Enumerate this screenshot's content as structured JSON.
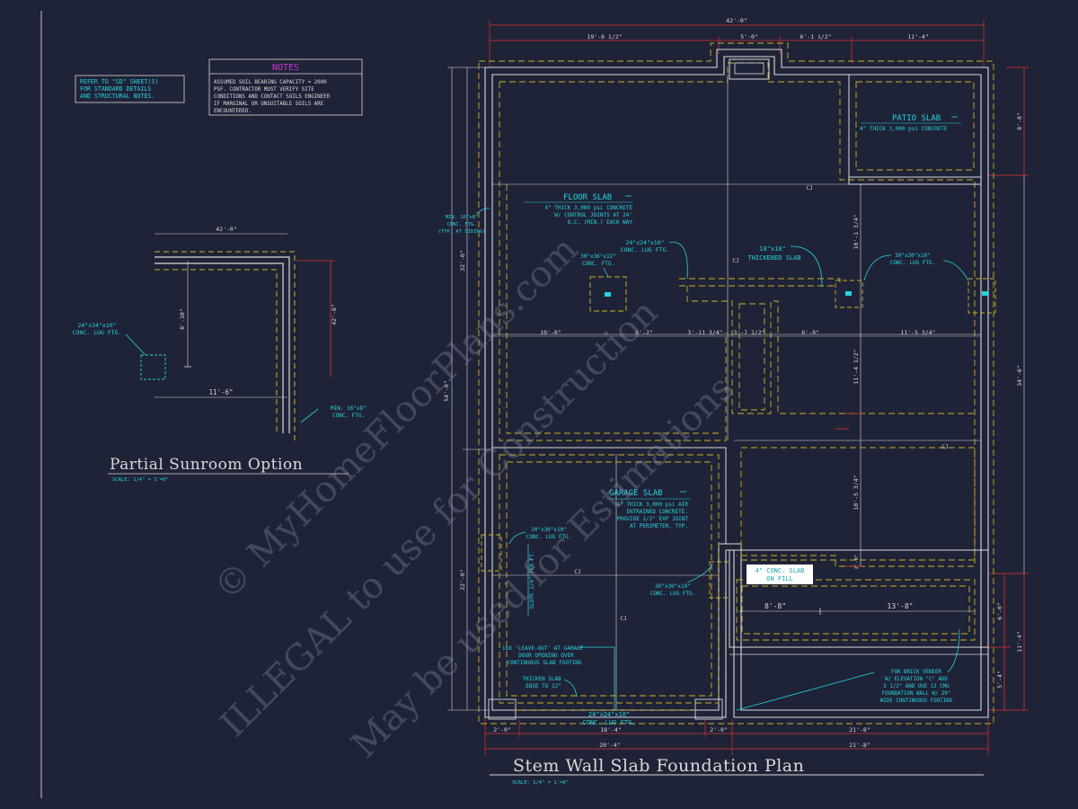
{
  "colors": {
    "background": "#1f2337",
    "wall": "#d9d9d9",
    "footing": "#c9b22a",
    "dimension": "#e03030",
    "annotation": "#27d3e0",
    "notes_title": "#d136d6",
    "watermark": "#5a5e73"
  },
  "notes_box": {
    "sd_note_lines": [
      "REFER TO \"SD\" SHEET(S)",
      "FOR STANDARD DETAILS",
      "AND STRUCTURAL NOTES."
    ],
    "title": "NOTES",
    "lines": [
      "ASSUMED SOIL BEARING CAPACITY = 2000",
      "PSF.  CONTRACTOR MUST VERIFY SITE",
      "CONDITIONS AND CONTACT SOILS ENGINEER",
      "IF MARGINAL OR UNSUITABLE SOILS ARE",
      "ENCOUNTERED."
    ]
  },
  "sunroom": {
    "title": "Partial Sunroom Option",
    "scale": "SCALE: 1/4\" = 1'=0\"",
    "dim_top": "42'-0\"",
    "dim_right": "42'-8\"",
    "dim_vertical": "8'-10\"",
    "dim_bottom": "11'-6\"",
    "lug_lines": [
      "24\"x24\"x10\"",
      "CONC. LUG FTG."
    ],
    "min_ftg_lines": [
      "MIN. 16\"x8\"",
      "CONC. FTG."
    ]
  },
  "plan": {
    "title": "Stem Wall Slab Foundation Plan",
    "scale": "SCALE: 1/4\" = 1'=0\"",
    "dims_top": {
      "overall": "42'-0\"",
      "segments": [
        "19'-6 1/2\"",
        "5'-0\"",
        "6'-1 1/2\"",
        "11'-4\""
      ]
    },
    "dims_left": {
      "overall": "54'-0\"",
      "upper": "32'-0\"",
      "lower": "22'-0\""
    },
    "dims_right": {
      "top": "8'-8\"",
      "mid": "34'-0\"",
      "r1": "6'-0\"",
      "r2": "11'-4\"",
      "r3": "5'-4\""
    },
    "dims_bottom": {
      "row1": [
        "2'-0\"",
        "18'-4\"",
        "2'-0\"",
        "21'-8\""
      ],
      "row2": [
        "20'-4\"",
        "21'-8\""
      ]
    },
    "dims_interior": {
      "row": [
        "10'-0\"",
        "6'-2\"",
        "3'-11 3/4\"",
        "3'-7 1/2\"",
        "6'-9\"",
        "11'-5 3/4\""
      ],
      "v_upper": "10'-1 3/4\"",
      "v_mid": "11'-4 1/2\"",
      "v_lower": "10'-5 3/4\"",
      "small": "2'-0\"",
      "porch": [
        "8'-8\"",
        "13'-8\""
      ]
    },
    "labels": {
      "patio_title": "PATIO SLAB",
      "patio_note": "4\" THICK 3,000 psi CONCRETE",
      "floor_title": "FLOOR SLAB",
      "floor_note": [
        "4\" THICK 3,000 psi CONCRETE",
        "W/ CONTROL JOINTS AT 24'",
        "O.C. (MIN.) EACH WAY"
      ],
      "garage_title": "GARAGE SLAB",
      "garage_note": [
        "4\" THICK 3,000 psi AIR",
        "ENTRAINED CONCRETE.",
        "PROVIDE 1/2\" EXP JOINT",
        "AT PERIMETER, TYP."
      ],
      "min_ftg": [
        "MIN. 16\"x8\"",
        "CONC. FTG.",
        "(TYP. AT SIDING)"
      ],
      "lug_24": [
        "24\"x24\"x10\"",
        "CONC. LUG FTG."
      ],
      "lug_30x36": [
        "30\"x36\"x12\"",
        "CONC. FTG."
      ],
      "thickened": [
        "18\"x10\"",
        "THICKENED SLAB"
      ],
      "lug_30_right": [
        "30\"x30\"x10\"",
        "CONC. LUG FTG."
      ],
      "lug_30_garage_left": [
        "30\"x30\"x10\"",
        "CONC. LUG FTG."
      ],
      "lug_30_garage_right": [
        "30\"x30\"x10\"",
        "CONC. LUG FTG."
      ],
      "slope": "SLOPE 1/4\" PER FT.",
      "leave_out": [
        "1x8 'LEAVE-OUT' AT GARAGE",
        "DOOR OPENING OVER",
        "CONTINUOUS SLAB FOOTING"
      ],
      "thicken_edge": [
        "THICKEN SLAB",
        "EDGE TO 12\""
      ],
      "lug_garage_bottom": [
        "24\"x24\"x10\"",
        "CONC. LUG FTG."
      ],
      "porch_slab": [
        "4\" CONC. SLAB",
        "ON FILL"
      ],
      "brick_note": [
        "FOR BRICK VENEER",
        "W/ ELEVATION \"C\" ADD",
        "5 1/2\" AND USE 12 CMU",
        "FOUNDATION WALL W/ 20\"",
        "WIDE CONTINUOUS FOOTING"
      ],
      "cj": "CJ"
    }
  },
  "watermark_lines": [
    "© MyHomeFloorPlans.com",
    "ILLEGAL to use for Construction",
    "May be used for Estimations"
  ]
}
